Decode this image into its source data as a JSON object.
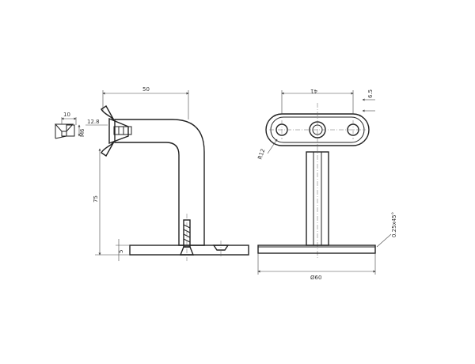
{
  "colors": {
    "line": "#222222",
    "dimension": "#444444",
    "background": "#ffffff"
  },
  "side_view": {
    "dim_width": "50",
    "dim_height": "75",
    "dim_plate": "5"
  },
  "screw_detail": {
    "dim_length": "10",
    "dim_dia": "M6",
    "dim_head": "12.8"
  },
  "front_view": {
    "dim_hole_spacing": "41",
    "dim_plate_thickness": "6.5",
    "dim_radius": "R12",
    "dim_chamfer": "0.25x45°",
    "dim_base": "Ø60"
  }
}
